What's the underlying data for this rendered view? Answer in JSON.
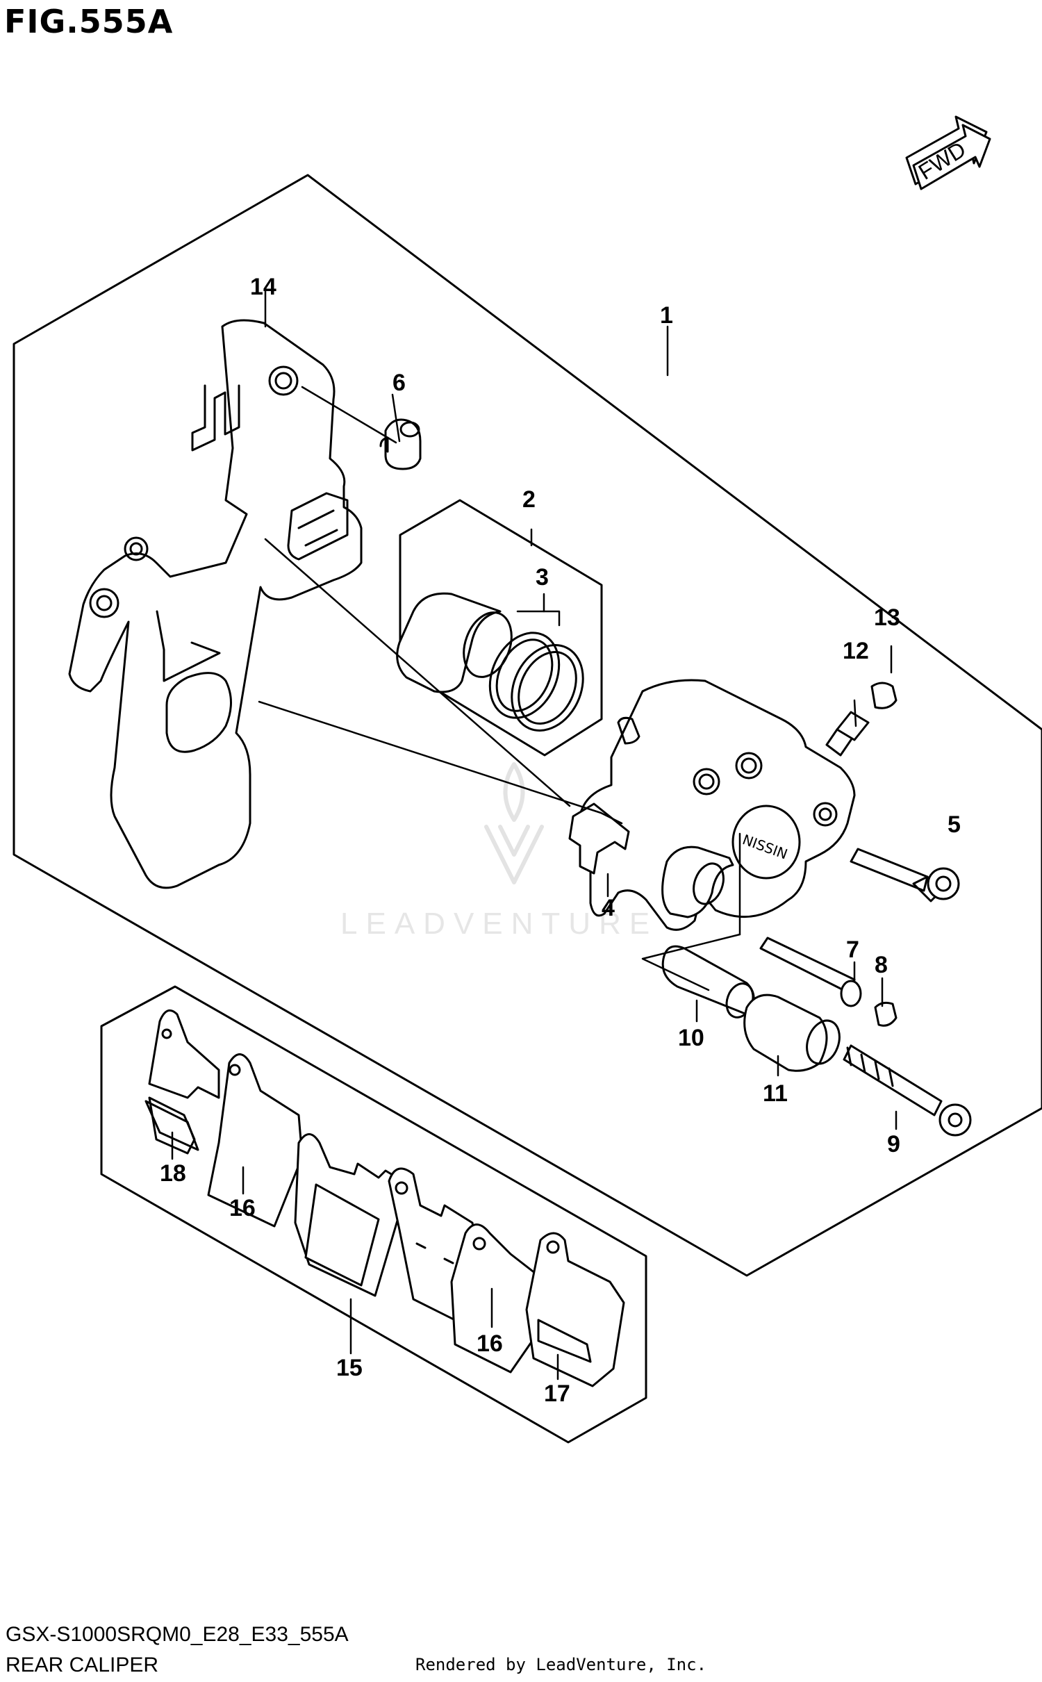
{
  "figure": {
    "title": "FIG.555A",
    "direction_label": "FWD",
    "model_code": "GSX-S1000SRQM0_E28_E33_555A",
    "section_name": "REAR CALIPER",
    "credit": "Rendered by LeadVenture, Inc.",
    "watermark": "LEADVENTURE"
  },
  "callouts": [
    {
      "ref": "1"
    },
    {
      "ref": "2"
    },
    {
      "ref": "3"
    },
    {
      "ref": "4"
    },
    {
      "ref": "5"
    },
    {
      "ref": "6"
    },
    {
      "ref": "7"
    },
    {
      "ref": "8"
    },
    {
      "ref": "9"
    },
    {
      "ref": "10"
    },
    {
      "ref": "11"
    },
    {
      "ref": "12"
    },
    {
      "ref": "13"
    },
    {
      "ref": "14"
    },
    {
      "ref": "15"
    },
    {
      "ref": "16"
    },
    {
      "ref": "16"
    },
    {
      "ref": "17"
    },
    {
      "ref": "18"
    }
  ]
}
